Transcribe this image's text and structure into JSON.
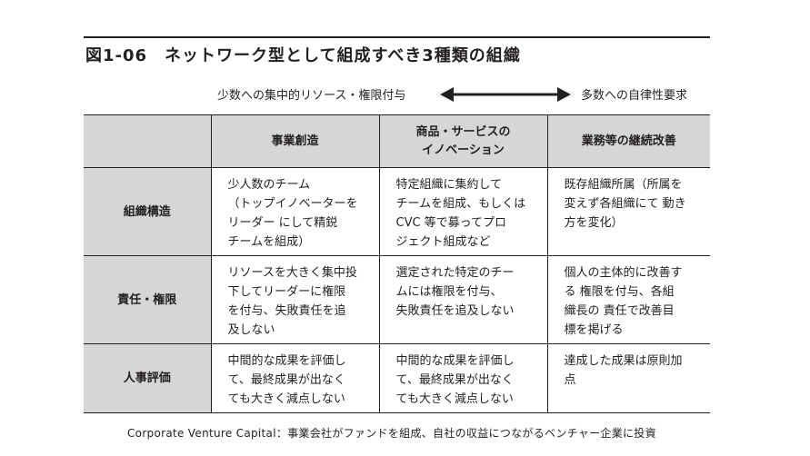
{
  "figure": {
    "title": "図1-06　ネットワーク型として組成すべき3種類の組織"
  },
  "scale": {
    "left_label": "少数への集中的リソース・権限付与",
    "right_label": "多数への自律性要求"
  },
  "table": {
    "headers": [
      "",
      "事業創造",
      "商品・サービスの\nイノベーション",
      "業務等の継続改善"
    ],
    "rows": [
      {
        "label": "組織構造",
        "cells": [
          "少人数のチーム\n（トップイノベーターを\nリーダー にして精鋭\nチームを組成）",
          "特定組織に集約して\nチームを組成、もしくは\nCVC 等で募ってプロ\nジェクト組成など",
          "既存組織所属（所属を\n変えず各組織にて 動き\n方を変化）"
        ]
      },
      {
        "label": "責任・権限",
        "cells": [
          "リソースを大きく集中投\n下してリーダーに権限\nを付与、失敗責任を追\n及しない",
          "選定された特定のチー\nムには権限を付与、\n失敗責任を追及しない",
          "個人の主体的に改善す\nる 権限を付与、各組\n織長の 責任で改善目\n標を掲げる"
        ]
      },
      {
        "label": "人事評価",
        "cells": [
          "中間的な成果を評価し\nて、最終成果が出なく\nても大きく減点しない",
          "中間的な成果を評価し\nて、最終成果が出なく\nても大きく減点しない",
          "達成した成果は原則加\n点"
        ]
      }
    ]
  },
  "footnote": "Corporate Venture Capital：事業会社がファンドを組成、自社の収益につながるベンチャー企業に投資"
}
